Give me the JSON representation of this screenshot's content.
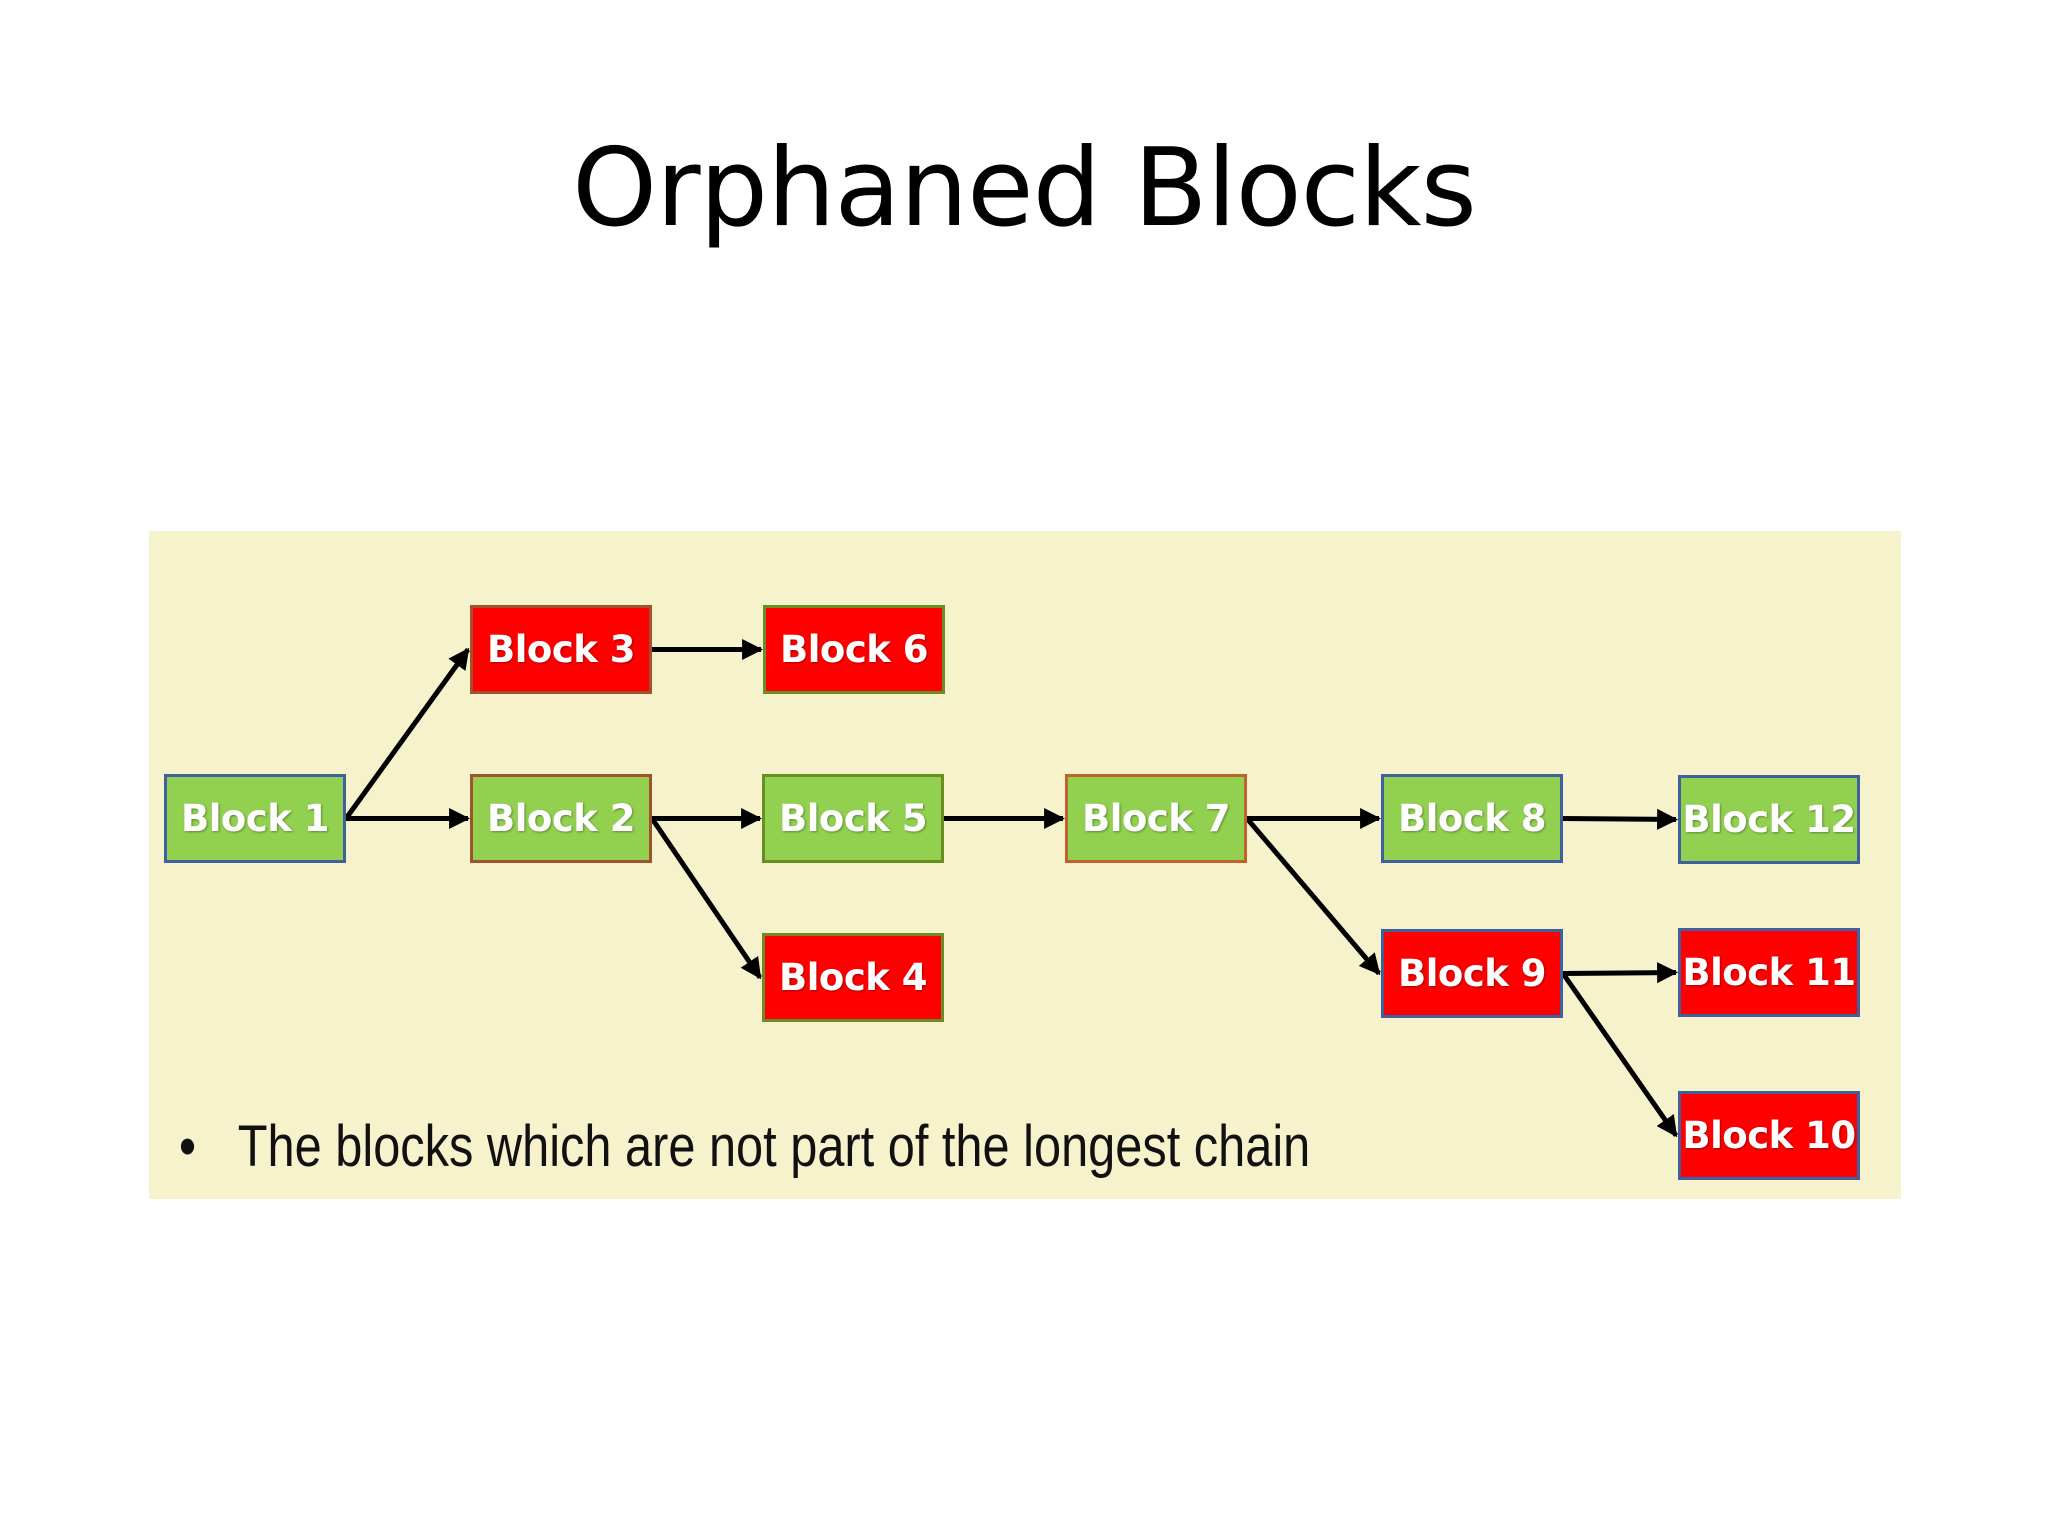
{
  "slide": {
    "title": "Orphaned Blocks"
  },
  "diagram": {
    "caption_bullet": "•",
    "caption": "The blocks which are not part of the longest chain",
    "colors": {
      "background": "#f5f2cc",
      "main_chain_fill": "#92d050",
      "orphan_fill": "#ff0000",
      "arrow": "#000000"
    },
    "blocks": [
      {
        "id": "b1",
        "label": "Block 1",
        "status": "main",
        "border": "#3f5f9f"
      },
      {
        "id": "b2",
        "label": "Block 2",
        "status": "main",
        "border": "#a0522d"
      },
      {
        "id": "b3",
        "label": "Block 3",
        "status": "orphan",
        "border": "#a0522d"
      },
      {
        "id": "b4",
        "label": "Block 4",
        "status": "orphan",
        "border": "#6b8e23"
      },
      {
        "id": "b5",
        "label": "Block 5",
        "status": "main",
        "border": "#6b8e23"
      },
      {
        "id": "b6",
        "label": "Block 6",
        "status": "orphan",
        "border": "#6b8e23"
      },
      {
        "id": "b7",
        "label": "Block 7",
        "status": "main",
        "border": "#c0622d"
      },
      {
        "id": "b8",
        "label": "Block 8",
        "status": "main",
        "border": "#3f5f9f"
      },
      {
        "id": "b9",
        "label": "Block 9",
        "status": "orphan",
        "border": "#3f5f9f"
      },
      {
        "id": "b10",
        "label": "Block 10",
        "status": "orphan",
        "border": "#3f5f9f"
      },
      {
        "id": "b11",
        "label": "Block 11",
        "status": "orphan",
        "border": "#3f5f9f"
      },
      {
        "id": "b12",
        "label": "Block 12",
        "status": "main",
        "border": "#3f5f9f"
      }
    ],
    "edges": [
      {
        "from": "b1",
        "to": "b3"
      },
      {
        "from": "b1",
        "to": "b2"
      },
      {
        "from": "b3",
        "to": "b6"
      },
      {
        "from": "b2",
        "to": "b5"
      },
      {
        "from": "b2",
        "to": "b4"
      },
      {
        "from": "b5",
        "to": "b7"
      },
      {
        "from": "b7",
        "to": "b8"
      },
      {
        "from": "b7",
        "to": "b9"
      },
      {
        "from": "b8",
        "to": "b12"
      },
      {
        "from": "b9",
        "to": "b11"
      },
      {
        "from": "b9",
        "to": "b10"
      }
    ]
  }
}
